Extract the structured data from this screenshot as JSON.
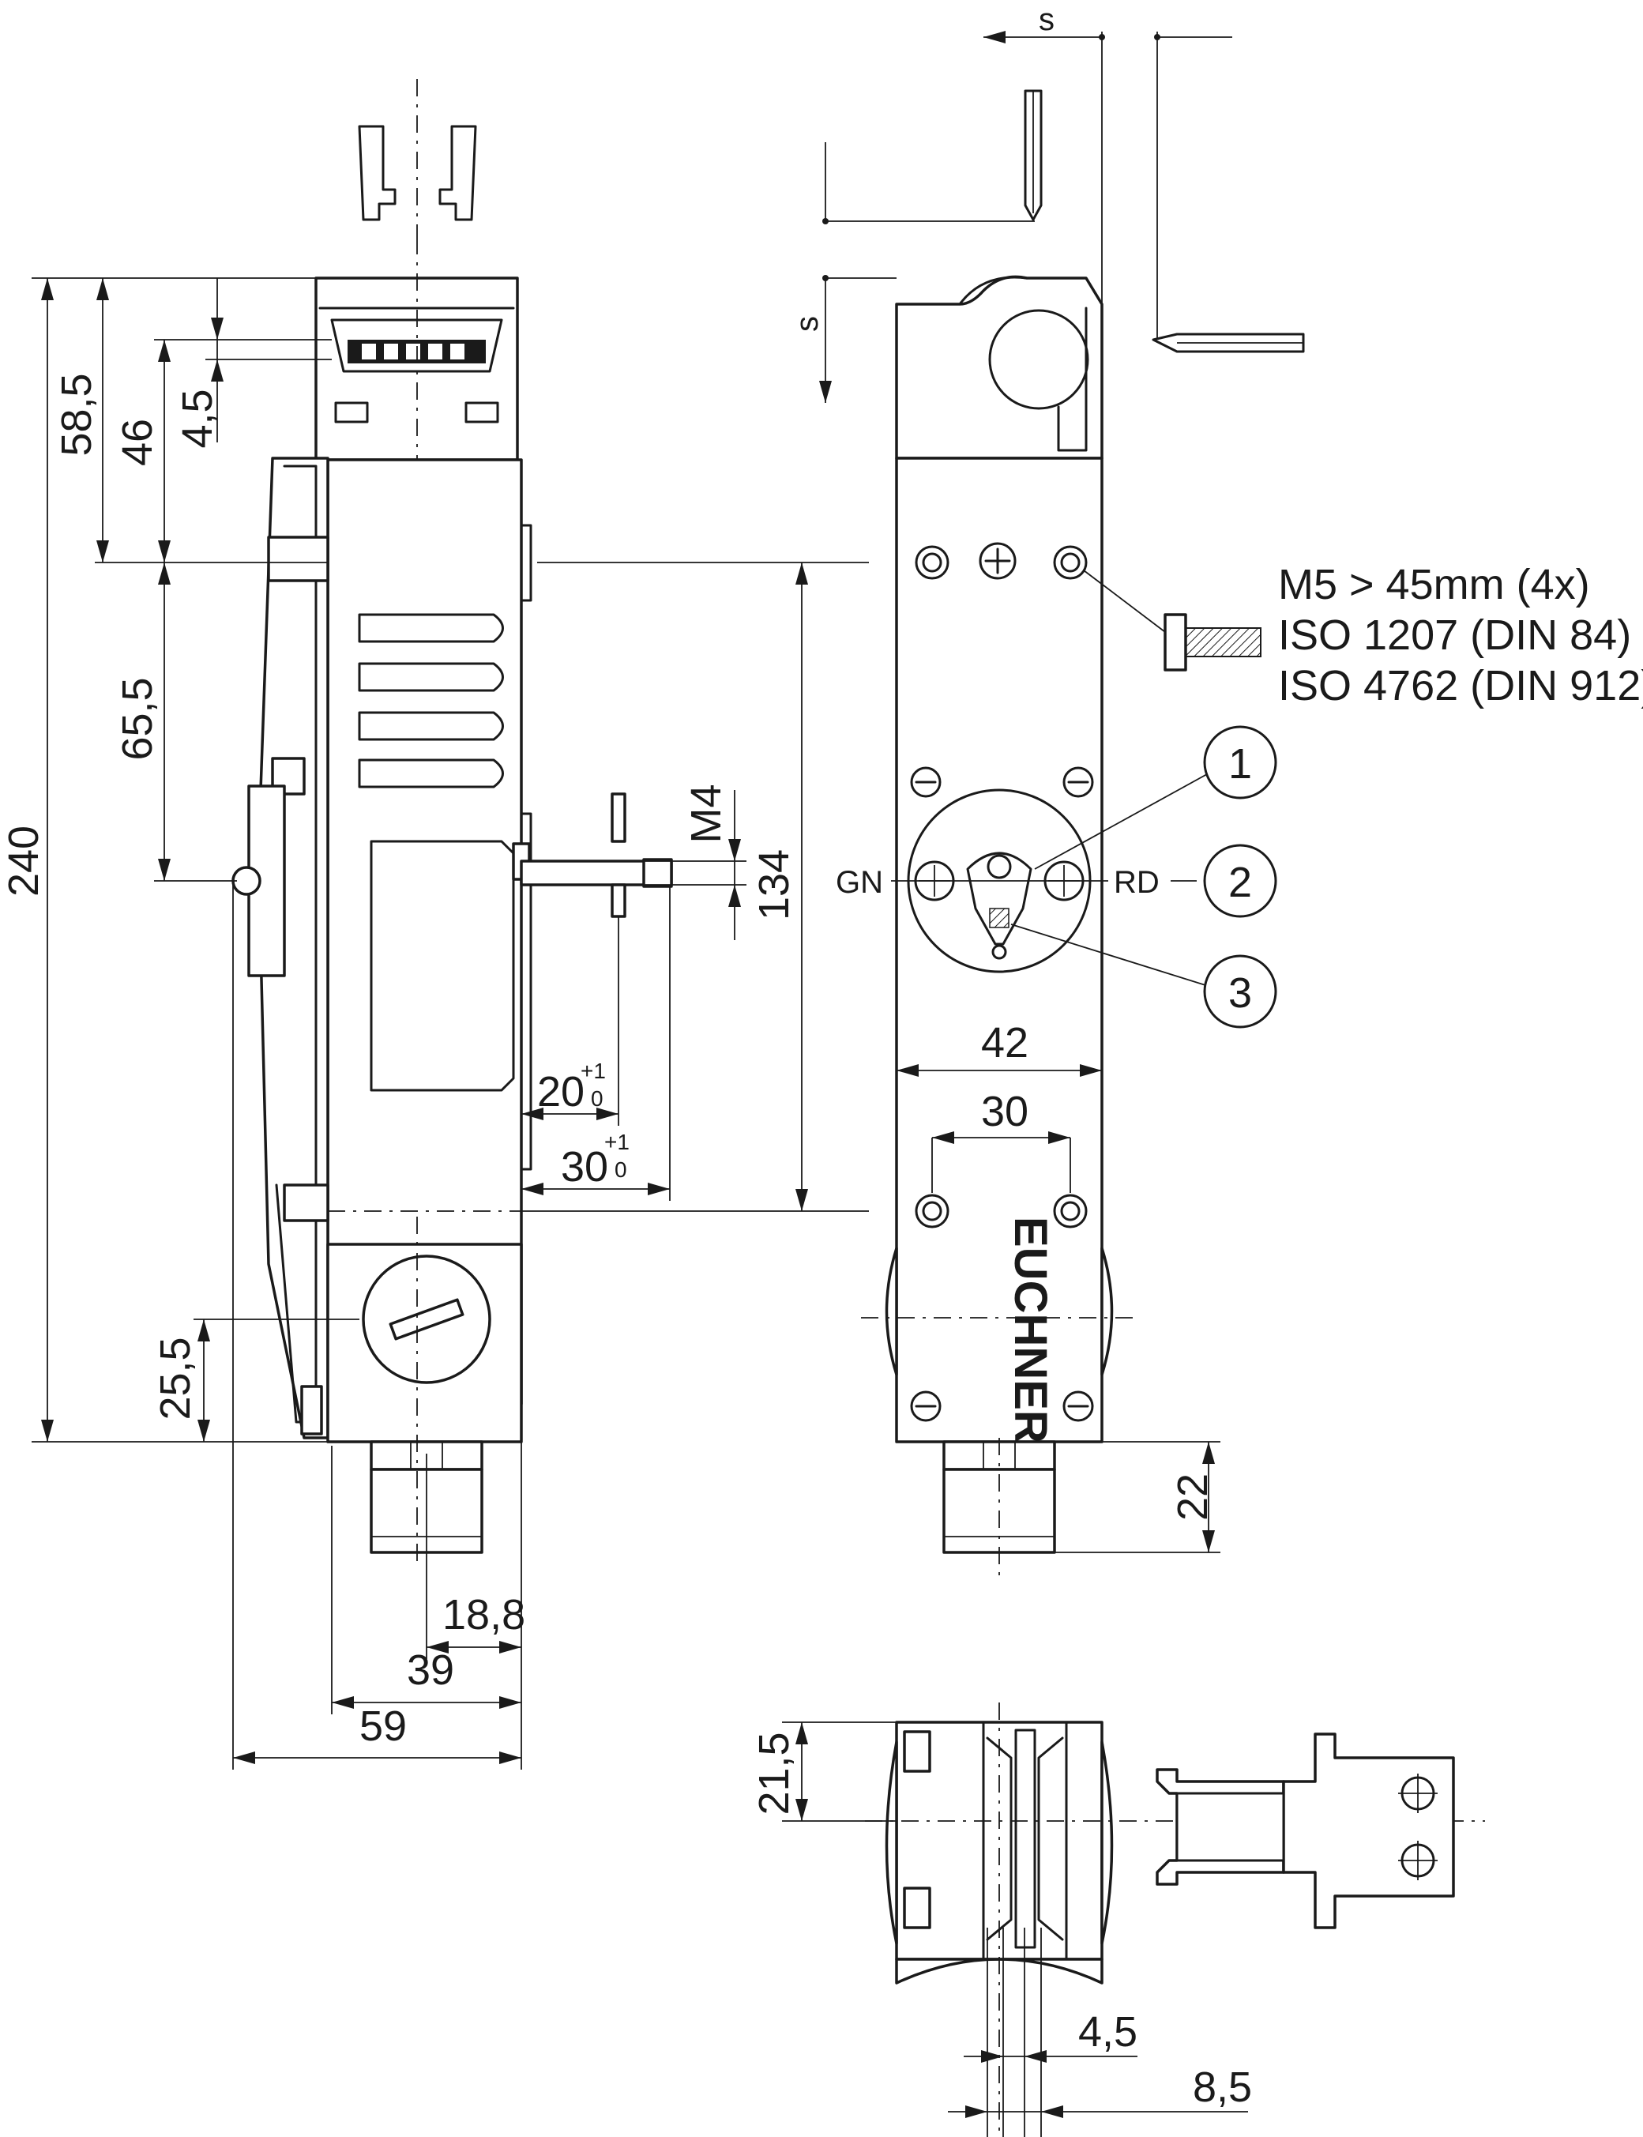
{
  "dimensions": {
    "d240": "240",
    "d58_5": "58,5",
    "d46": "46",
    "d4_5_top": "4,5",
    "d65_5": "65,5",
    "d25_5": "25,5",
    "dM4": "M4",
    "d134": "134",
    "d20": "20",
    "d30_left": "30",
    "tol_plus": "+1",
    "tol_zero": "0",
    "d18_8": "18,8",
    "d39": "39",
    "d59": "59",
    "d42": "42",
    "d30_right": "30",
    "d22": "22",
    "d21_5": "21,5",
    "d4_5_bottom": "4,5",
    "d8_5": "8,5",
    "s_top": "s",
    "s_side": "s"
  },
  "labels": {
    "gn": "GN",
    "rd": "RD",
    "callout_1": "1",
    "callout_2": "2",
    "callout_3": "3",
    "brand": "EUCHNER"
  },
  "screw_note": {
    "line1": "M5 > 45mm (4x)",
    "line2": "ISO 1207 (DIN 84)",
    "line3": "ISO 4762 (DIN 912)"
  }
}
